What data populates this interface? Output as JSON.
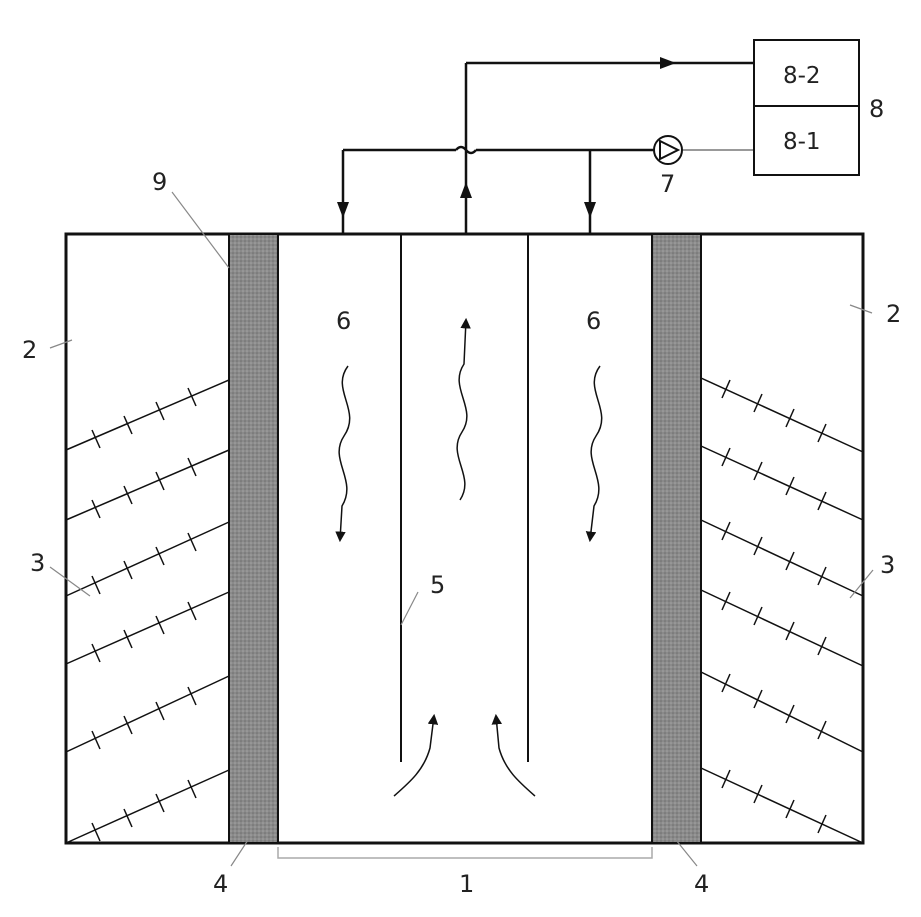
{
  "labels": {
    "l1": "1",
    "l2_left": "2",
    "l2_right": "2",
    "l3_left": "3",
    "l3_right": "3",
    "l4_left": "4",
    "l4_right": "4",
    "l5": "5",
    "l6_left": "6",
    "l6_right": "6",
    "l7": "7",
    "l8": "8",
    "l8_1": "8-1",
    "l8_2": "8-2",
    "l9": "9"
  },
  "colors": {
    "line": "#111111",
    "wall_fill": "#8c8c8c",
    "leader": "#888888"
  }
}
